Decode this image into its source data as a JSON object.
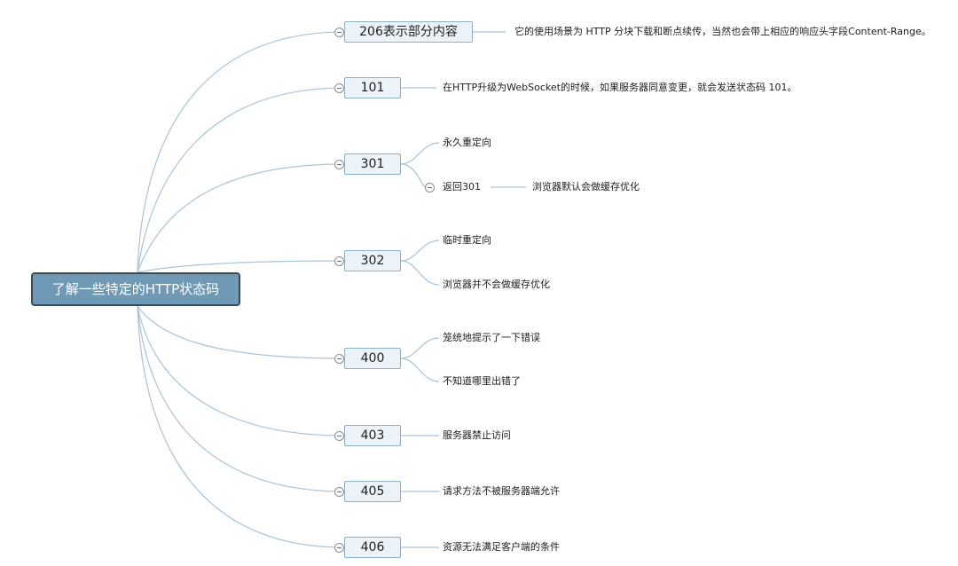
{
  "root": {
    "label": "了解一些特定的HTTP状态码"
  },
  "branches": [
    {
      "code": "206表示部分内容",
      "details": [
        "它的使用场景为 HTTP 分块下载和断点续传，当然也会带上相应的响应头字段Content-Range。"
      ]
    },
    {
      "code": "101",
      "details": [
        "在HTTP升级为WebSocket的时候，如果服务器同意变更，就会发送状态码 101。"
      ]
    },
    {
      "code": "301",
      "details": [
        "永久重定向",
        "返回301"
      ],
      "sub_detail": "浏览器默认会做缓存优化"
    },
    {
      "code": "302",
      "details": [
        "临时重定向",
        "浏览器并不会做缓存优化"
      ]
    },
    {
      "code": "400",
      "details": [
        "笼统地提示了一下错误",
        "不知道哪里出错了"
      ]
    },
    {
      "code": "403",
      "details": [
        "服务器禁止访问"
      ]
    },
    {
      "code": "405",
      "details": [
        "请求方法不被服务器端允许"
      ]
    },
    {
      "code": "406",
      "details": [
        "资源无法满足客户端的条件"
      ]
    }
  ],
  "colors": {
    "connector": "#a9c3d6",
    "root_fill": "#6f99b5",
    "root_border": "#3a4a56",
    "node_fill": "#ebf3f8",
    "node_border": "#8db0c6"
  }
}
